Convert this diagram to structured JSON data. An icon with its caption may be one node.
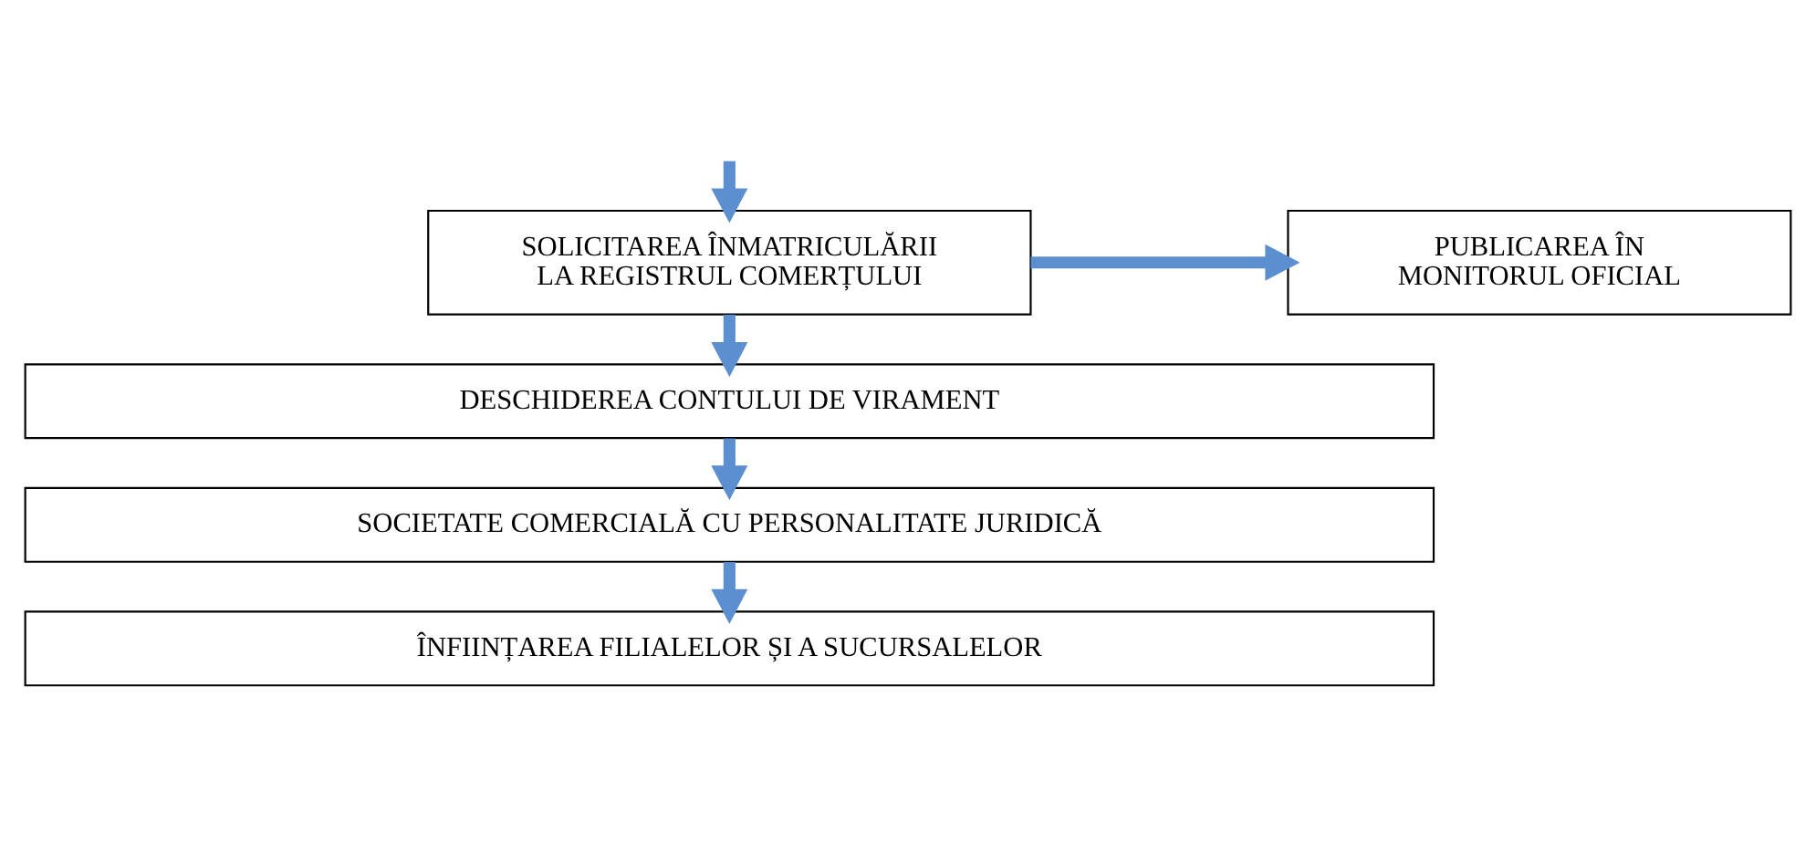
{
  "diagram": {
    "nodes": [
      {
        "text": [
          "SOLICITAREA ÎNMATRICULĂRII LA REGISTRUL COMERȚULUI"
        ]
      },
      {
        "text": [
          "PUBLICAREA ÎN MONITORUL OFICIAL"
        ]
      },
      {
        "text": [
          "DESCHIDEREA CONTULUI DE VIRAMENT"
        ]
      },
      {
        "text": [
          "SOCIETATE COMERCIALĂ CU PERSONALITATE JURIDICĂ"
        ]
      },
      {
        "text": [
          "ÎNFIINȚAREA FILIALELOR ȘI A SUCURSALELOR"
        ]
      }
    ],
    "edges": [
      {
        "from": null,
        "to": 0,
        "arrow": "to"
      },
      {
        "from": 0,
        "to": 1,
        "arrow": "to"
      },
      {
        "from": 0,
        "to": 2,
        "arrow": "to"
      },
      {
        "from": 2,
        "to": 3,
        "arrow": "to"
      },
      {
        "from": 3,
        "to": 4,
        "arrow": "to"
      }
    ]
  }
}
